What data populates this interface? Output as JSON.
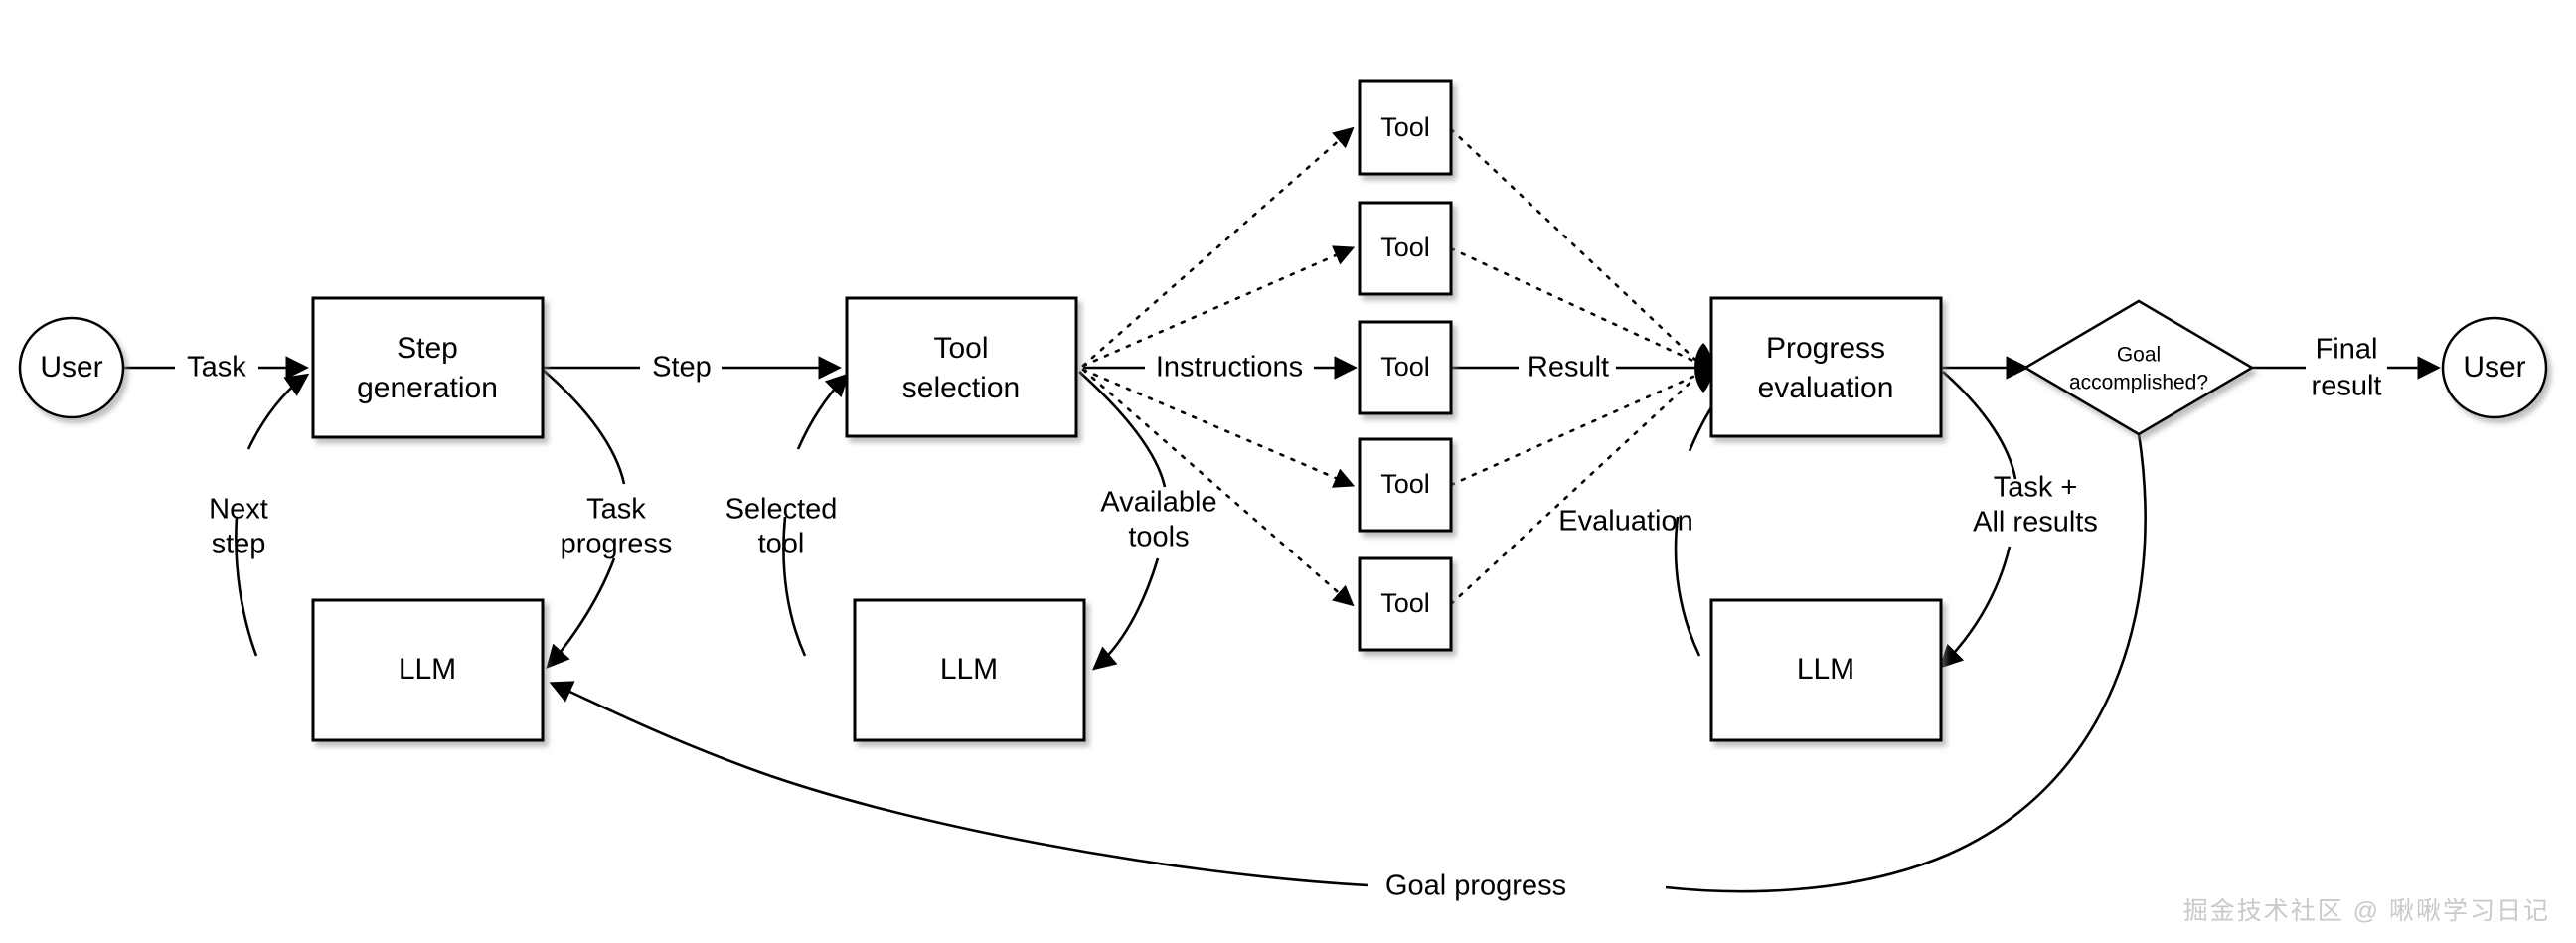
{
  "diagram": {
    "title": "LLM agent loop: step generation, tool selection, tool execution, progress evaluation",
    "colors": {
      "stroke": "#000000",
      "fill": "#ffffff",
      "background": "#ffffff",
      "watermark": "#c9c9c9"
    },
    "nodes": [
      {
        "id": "user-start",
        "type": "ellipse",
        "label": "User"
      },
      {
        "id": "step-generation",
        "type": "rect",
        "label_line1": "Step",
        "label_line2": "generation"
      },
      {
        "id": "tool-selection",
        "type": "rect",
        "label_line1": "Tool",
        "label_line2": "selection"
      },
      {
        "id": "progress-evaluation",
        "type": "rect",
        "label_line1": "Progress",
        "label_line2": "evaluation"
      },
      {
        "id": "goal-decision",
        "type": "diamond",
        "label_line1": "Goal",
        "label_line2": "accomplished?"
      },
      {
        "id": "user-end",
        "type": "ellipse",
        "label": "User"
      },
      {
        "id": "llm-1",
        "type": "rect",
        "label": "LLM"
      },
      {
        "id": "llm-2",
        "type": "rect",
        "label": "LLM"
      },
      {
        "id": "llm-3",
        "type": "rect",
        "label": "LLM"
      }
    ],
    "tools": [
      {
        "id": "tool-1",
        "label": "Tool"
      },
      {
        "id": "tool-2",
        "label": "Tool"
      },
      {
        "id": "tool-3",
        "label": "Tool"
      },
      {
        "id": "tool-4",
        "label": "Tool"
      },
      {
        "id": "tool-5",
        "label": "Tool"
      }
    ],
    "edge_labels": [
      {
        "id": "task",
        "text": "Task"
      },
      {
        "id": "step",
        "text": "Step"
      },
      {
        "id": "instructions",
        "text": "Instructions"
      },
      {
        "id": "result",
        "text": "Result"
      },
      {
        "id": "final-result-1",
        "text": "Final"
      },
      {
        "id": "final-result-2",
        "text": "result"
      },
      {
        "id": "next-step-1",
        "text": "Next"
      },
      {
        "id": "next-step-2",
        "text": "step"
      },
      {
        "id": "task-progress-1",
        "text": "Task"
      },
      {
        "id": "task-progress-2",
        "text": "progress"
      },
      {
        "id": "selected-tool-1",
        "text": "Selected"
      },
      {
        "id": "selected-tool-2",
        "text": "tool"
      },
      {
        "id": "available-tools-1",
        "text": "Available"
      },
      {
        "id": "available-tools-2",
        "text": "tools"
      },
      {
        "id": "evaluation",
        "text": "Evaluation"
      },
      {
        "id": "task-all-1",
        "text": "Task +"
      },
      {
        "id": "task-all-2",
        "text": "All results"
      },
      {
        "id": "goal-progress",
        "text": "Goal progress"
      }
    ],
    "watermark": {
      "text": "掘金技术社区 @ 啾啾学习日记"
    }
  }
}
